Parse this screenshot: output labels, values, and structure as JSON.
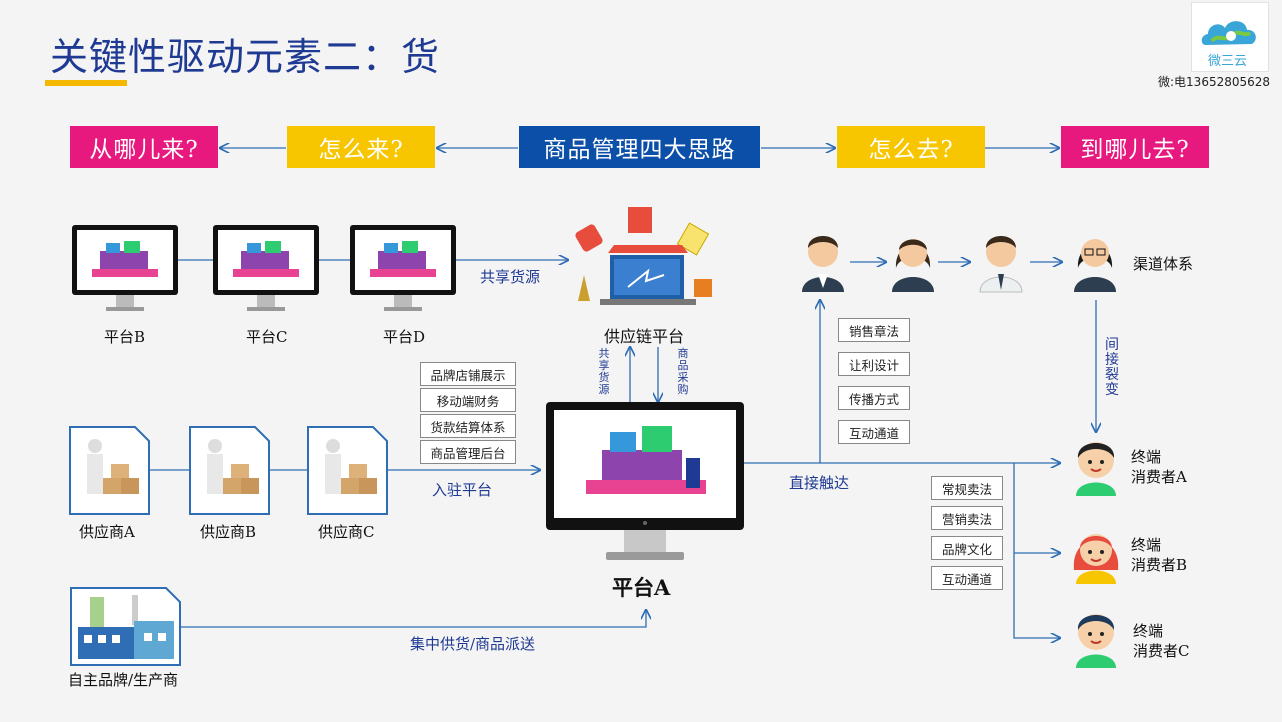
{
  "title": "关键性驱动元素二：货",
  "contact": "微:电13652805628",
  "logo_text": "微三云",
  "header": {
    "b1": "从哪儿来?",
    "b2": "怎么来?",
    "b3": "商品管理四大思路",
    "b4": "怎么去?",
    "b5": "到哪儿去?"
  },
  "platforms": [
    "平台B",
    "平台C",
    "平台D"
  ],
  "share_label": "共享货源",
  "supply_chain": "供应链平台",
  "vert_left": "共享货源",
  "vert_right": "商品采购",
  "main_platform": "平台A",
  "services": [
    "品牌店铺展示",
    "移动端财务",
    "货款结算体系",
    "商品管理后台"
  ],
  "suppliers": [
    "供应商A",
    "供应商B",
    "供应商C"
  ],
  "enter_label": "入驻平台",
  "factory_label": "自主品牌/生产商",
  "central_label": "集中供货/商品派送",
  "direct_label": "直接触达",
  "channel_label": "渠道体系",
  "indirect_label": "间接裂变",
  "marketing_a": [
    "销售章法",
    "让利设计",
    "传播方式",
    "互动通道"
  ],
  "marketing_b": [
    "常规卖法",
    "营销卖法",
    "品牌文化",
    "互动通道"
  ],
  "consumers": [
    {
      "line1": "终端",
      "line2": "消费者A"
    },
    {
      "line1": "终端",
      "line2": "消费者B"
    },
    {
      "line1": "终端",
      "line2": "消费者C"
    }
  ],
  "colors": {
    "accent": "#1f3a93",
    "pink": "#e8197e",
    "yellow": "#f7c600",
    "blue": "#0c4fa8",
    "line": "#2f6db5"
  }
}
